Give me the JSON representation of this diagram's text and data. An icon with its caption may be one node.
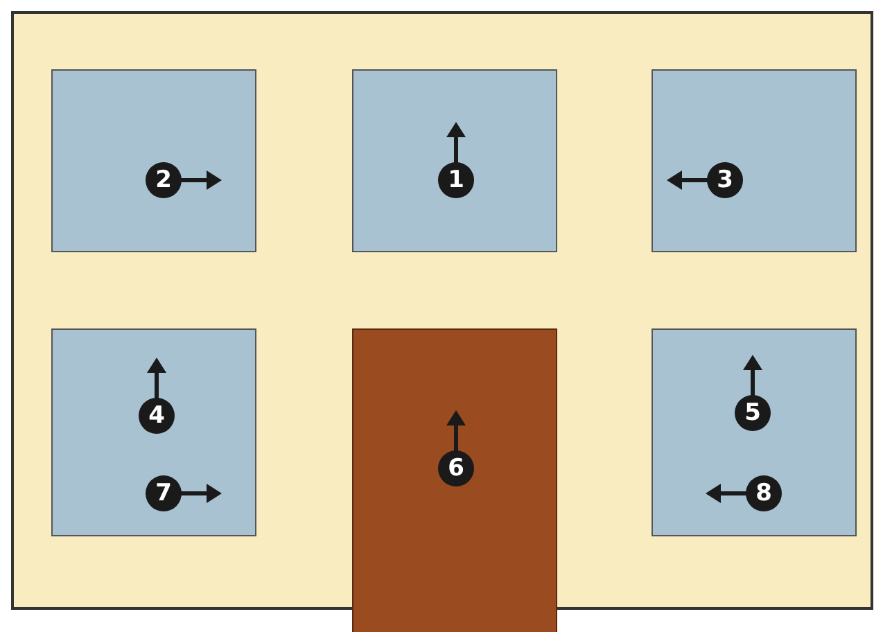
{
  "diagram": {
    "nodes": [
      {
        "text": [],
        "shape": "box"
      },
      {
        "text": [
          "2"
        ],
        "in": 0
      },
      {
        "text": [
          "1"
        ],
        "in": 0
      },
      {
        "text": [
          "3"
        ],
        "in": 0
      },
      {
        "text": [
          "4",
          "7"
        ],
        "in": 0
      },
      {
        "text": [
          "6"
        ],
        "in": 0
      },
      {
        "text": [
          "5",
          "8"
        ],
        "in": 0
      }
    ]
  }
}
